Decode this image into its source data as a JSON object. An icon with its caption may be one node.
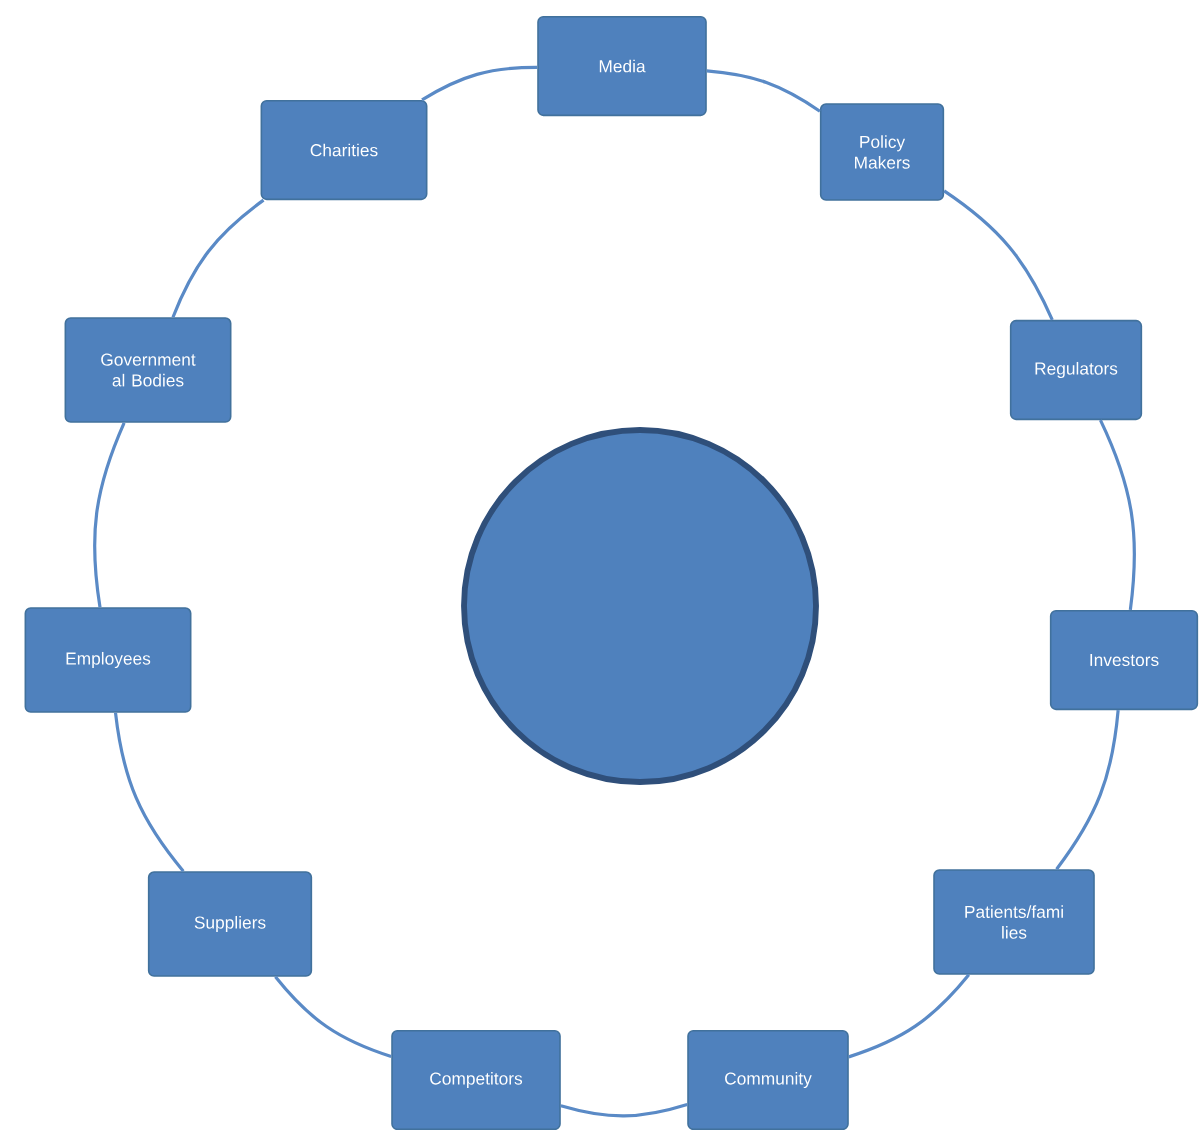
{
  "diagram": {
    "nodes": [
      {
        "text": [],
        "shape": "circle"
      },
      {
        "text": [
          "Media"
        ]
      },
      {
        "text": [
          "Policy Makers"
        ]
      },
      {
        "text": [
          "Regulators"
        ]
      },
      {
        "text": [
          "Investors"
        ]
      },
      {
        "text": [
          "Patients/fami lies"
        ]
      },
      {
        "text": [
          "Community"
        ]
      },
      {
        "text": [
          "Competitors"
        ]
      },
      {
        "text": [
          "Suppliers"
        ]
      },
      {
        "text": [
          "Employees"
        ]
      },
      {
        "text": [
          "Government al Bodies"
        ]
      },
      {
        "text": [
          "Charities"
        ]
      }
    ],
    "edges": [
      {
        "from": 1,
        "to": 2,
        "arrow": "none"
      },
      {
        "from": 2,
        "to": 3,
        "arrow": "none"
      },
      {
        "from": 3,
        "to": 4,
        "arrow": "none"
      },
      {
        "from": 4,
        "to": 5,
        "arrow": "none"
      },
      {
        "from": 5,
        "to": 6,
        "arrow": "none"
      },
      {
        "from": 6,
        "to": 7,
        "arrow": "none"
      },
      {
        "from": 7,
        "to": 8,
        "arrow": "none"
      },
      {
        "from": 8,
        "to": 9,
        "arrow": "none"
      },
      {
        "from": 9,
        "to": 10,
        "arrow": "none"
      },
      {
        "from": 10,
        "to": 11,
        "arrow": "none"
      },
      {
        "from": 11,
        "to": 1,
        "arrow": "none"
      }
    ]
  }
}
